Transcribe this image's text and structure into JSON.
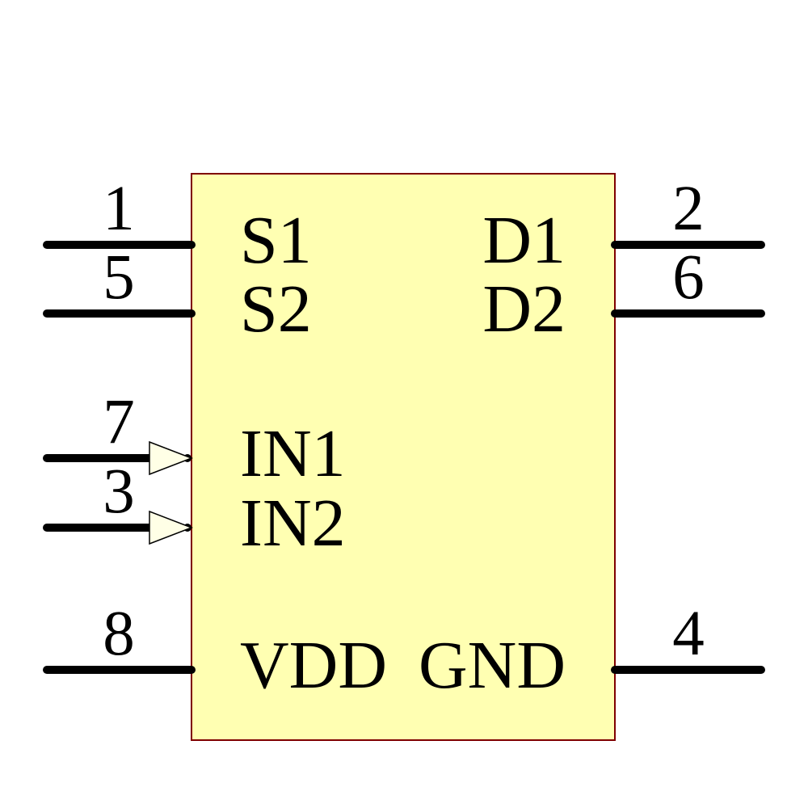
{
  "component": {
    "kind": "ic-schematic-symbol",
    "colors": {
      "body_fill": "#FFFFB2",
      "body_border": "#7F0000",
      "wire": "#000000",
      "input_arrow_fill": "#FFFFE6",
      "text": "#000000",
      "background": "#FFFFFF"
    },
    "pins": {
      "left": [
        {
          "number": "1",
          "label": "S1"
        },
        {
          "number": "5",
          "label": "S2"
        },
        {
          "number": "7",
          "label": "IN1"
        },
        {
          "number": "3",
          "label": "IN2"
        },
        {
          "number": "8",
          "label": "VDD"
        }
      ],
      "right": [
        {
          "number": "2",
          "label": "D1"
        },
        {
          "number": "6",
          "label": "D2"
        },
        {
          "number": "4",
          "label": "GND"
        }
      ]
    }
  }
}
